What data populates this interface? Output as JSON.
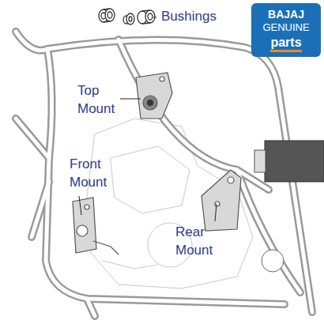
{
  "diagram": {
    "nodes": [
      {
        "text": [
          "BAJAJ",
          "GENUINE",
          "parts"
        ]
      }
    ],
    "labels": [
      "Bushings",
      "Top Mount",
      "Front Mount",
      "Rear Mount"
    ]
  }
}
